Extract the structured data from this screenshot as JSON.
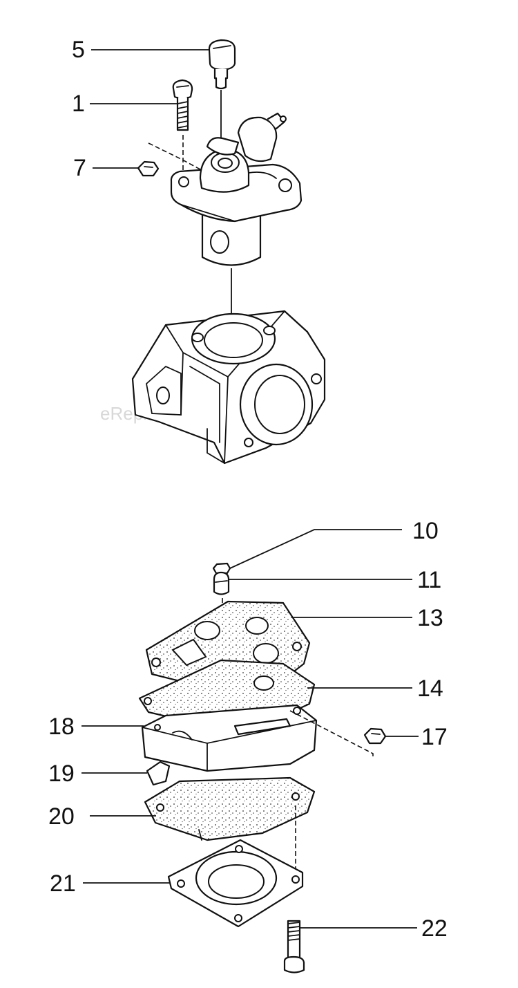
{
  "watermark": "eReplacementParts.com",
  "callouts": [
    {
      "id": "5",
      "label": "5"
    },
    {
      "id": "1",
      "label": "1"
    },
    {
      "id": "7",
      "label": "7"
    },
    {
      "id": "10",
      "label": "10"
    },
    {
      "id": "11",
      "label": "11"
    },
    {
      "id": "13",
      "label": "13"
    },
    {
      "id": "14",
      "label": "14"
    },
    {
      "id": "18",
      "label": "18"
    },
    {
      "id": "17",
      "label": "17"
    },
    {
      "id": "19",
      "label": "19"
    },
    {
      "id": "20",
      "label": "20"
    },
    {
      "id": "21",
      "label": "21"
    },
    {
      "id": "22",
      "label": "22"
    }
  ],
  "colors": {
    "line": "#111111",
    "background": "#ffffff",
    "watermark": "#d8d8d8"
  }
}
